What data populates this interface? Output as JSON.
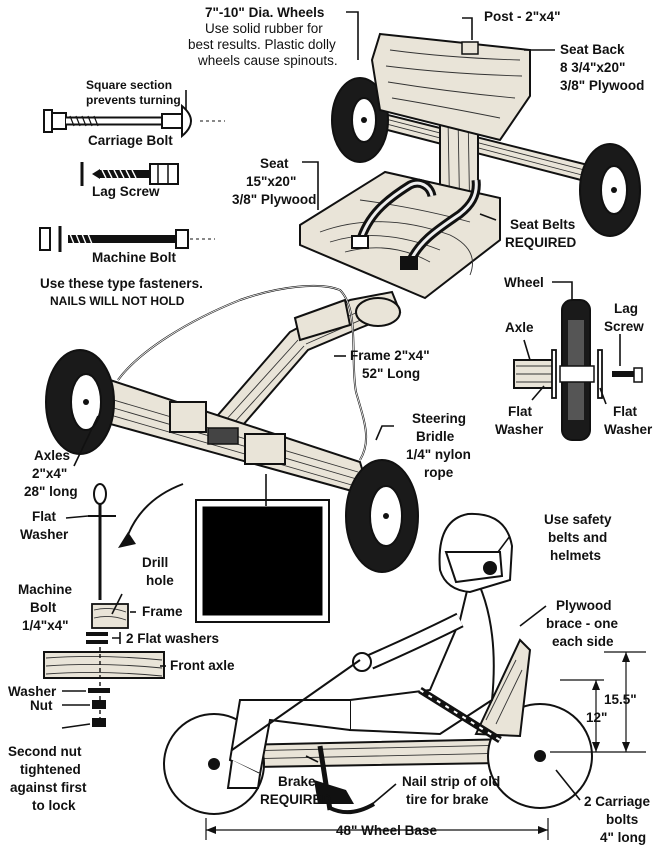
{
  "labels": {
    "wheels": [
      "7\"-10\" Dia. Wheels",
      "Use solid rubber for",
      "best results.  Plastic dolly",
      "wheels cause spinouts."
    ],
    "post": "Post - 2\"x4\"",
    "seat_back": [
      "Seat Back",
      "8 3/4\"x20\"",
      "3/8\" Plywood"
    ],
    "square_section": [
      "Square section",
      "prevents turning"
    ],
    "carriage_bolt": "Carriage Bolt",
    "lag_screw": "Lag Screw",
    "machine_bolt": "Machine Bolt",
    "fastener_note": [
      "Use these type fasteners.",
      "NAILS WILL NOT HOLD"
    ],
    "seat": [
      "Seat",
      "15\"x20\"",
      "3/8\" Plywood"
    ],
    "seat_belts": [
      "Seat Belts",
      "REQUIRED"
    ],
    "wheel_detail": {
      "wheel": "Wheel",
      "axle": "Axle",
      "lag_screw": [
        "Lag",
        "Screw"
      ],
      "flat_washer_left": [
        "Flat",
        "Washer"
      ],
      "flat_washer_right": [
        "Flat",
        "Washer"
      ]
    },
    "frame": [
      "Frame 2\"x4\"",
      "52\" Long"
    ],
    "steering": [
      "Steering",
      "Bridle",
      "1/4\" nylon",
      "rope"
    ],
    "axles": [
      "Axles",
      "2\"x4\"",
      "28\" long"
    ],
    "assembly": {
      "flat_washer": [
        "Flat",
        "Washer"
      ],
      "drill_hole": [
        "Drill",
        "hole"
      ],
      "machine_bolt": [
        "Machine",
        "Bolt",
        "1/4\"x4\""
      ],
      "frame": "Frame",
      "flat_washers": "2 Flat washers",
      "front_axle": "Front axle",
      "washer": "Washer",
      "nut": "Nut",
      "second_nut": [
        "Second nut",
        "tightened",
        "against first",
        "to lock"
      ]
    },
    "safety": [
      "Use safety",
      "belts and",
      "helmets"
    ],
    "brace": [
      "Plywood",
      "brace - one",
      "each side"
    ],
    "dim_155": "15.5\"",
    "dim_12": "12\"",
    "brake": [
      "Brake",
      "REQUIRED"
    ],
    "nail_strip": [
      "Nail strip of old",
      "tire for brake"
    ],
    "carriage_bolts": [
      "2 Carriage",
      "bolts",
      "4\" long"
    ],
    "wheel_base": "48\" Wheel Base"
  },
  "colors": {
    "ink": "#111111",
    "wood": "#e9e4d8",
    "tire": "#1a1a1a",
    "redaction": "#000000"
  }
}
